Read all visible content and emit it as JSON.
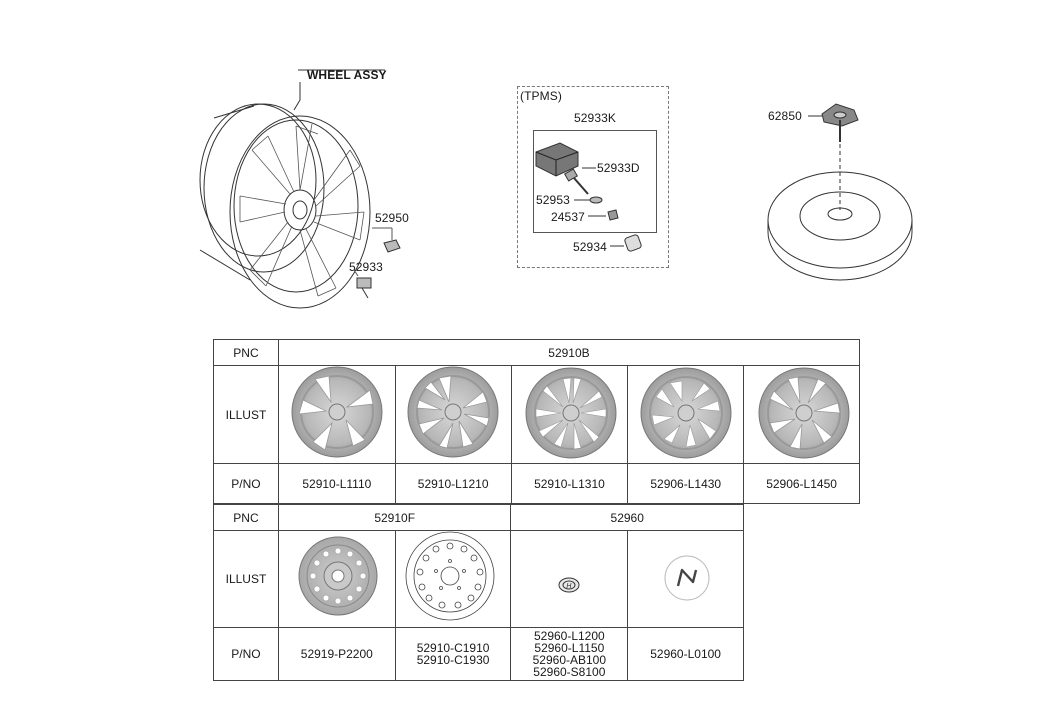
{
  "diagram": {
    "labels": {
      "wheel_assy": "WHEEL ASSY",
      "tpms": "(TPMS)",
      "p52933K": "52933K",
      "p52933D": "52933D",
      "p52953": "52953",
      "p24537": "24537",
      "p52934": "52934",
      "p52950": "52950",
      "p52933": "52933",
      "p62850": "62850"
    }
  },
  "table": {
    "header_pnc": "PNC",
    "header_illust": "ILLUST",
    "header_pno": "P/NO",
    "top": {
      "pnc": "52910B",
      "parts": [
        "52910-L1110",
        "52910-L1210",
        "52910-L1310",
        "52906-L1430",
        "52906-L1450"
      ]
    },
    "bottom": {
      "pnc_left": "52910F",
      "pnc_right": "52960",
      "parts": {
        "col1": "52919-P2200",
        "col2": [
          "52910-C1910",
          "52910-C1930"
        ],
        "col3": [
          "52960-L1200",
          "52960-L1150",
          "52960-AB100",
          "52960-S8100"
        ],
        "col4": "52960-L0100"
      }
    }
  }
}
